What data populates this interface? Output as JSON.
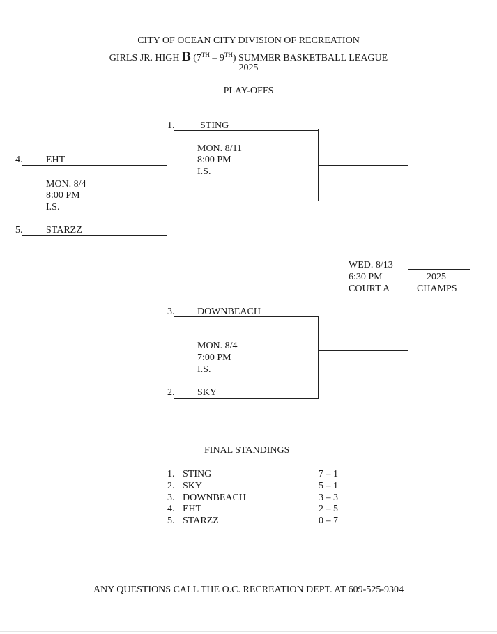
{
  "header": {
    "line1": "CITY OF OCEAN CITY DIVISION OF RECREATION",
    "line2_pre": "GIRLS JR. HIGH ",
    "line2_division": "B",
    "line2_grade_open": " (7",
    "line2_sup1": "TH",
    "line2_grade_mid": " – 9",
    "line2_sup2": "TH",
    "line2_post": ") SUMMER BASKETBALL LEAGUE",
    "year": "2025",
    "subtitle": "PLAY-OFFS"
  },
  "bracket": {
    "first_round_game": {
      "seed_top": "4.",
      "team_top": "EHT",
      "date": "MON. 8/4",
      "time": "8:00 PM",
      "location": "I.S.",
      "seed_bottom": "5.",
      "team_bottom": "STARZZ"
    },
    "semifinal_top": {
      "seed": "1.",
      "team": "STING",
      "date": "MON. 8/11",
      "time": "8:00 PM",
      "location": "I.S."
    },
    "semifinal_bottom": {
      "seed_top": "3.",
      "team_top": "DOWNBEACH",
      "date": "MON. 8/4",
      "time": "7:00 PM",
      "location": "I.S.",
      "seed_bottom": "2.",
      "team_bottom": "SKY"
    },
    "final": {
      "date": "WED. 8/13",
      "time": "6:30 PM",
      "court": "COURT A"
    },
    "champs": {
      "year": "2025",
      "label": "CHAMPS"
    }
  },
  "standings": {
    "title": "FINAL STANDINGS",
    "rows": [
      {
        "rank": "1.",
        "team": "STING",
        "record": "7 – 1"
      },
      {
        "rank": "2.",
        "team": "SKY",
        "record": "5 – 1"
      },
      {
        "rank": "3.",
        "team": "DOWNBEACH",
        "record": "3 – 3"
      },
      {
        "rank": "4.",
        "team": "EHT",
        "record": "2 – 5"
      },
      {
        "rank": "5.",
        "team": "STARZZ",
        "record": "0 – 7"
      }
    ]
  },
  "footer": {
    "contact": "ANY QUESTIONS CALL THE O.C. RECREATION DEPT. AT 609-525-9304"
  }
}
